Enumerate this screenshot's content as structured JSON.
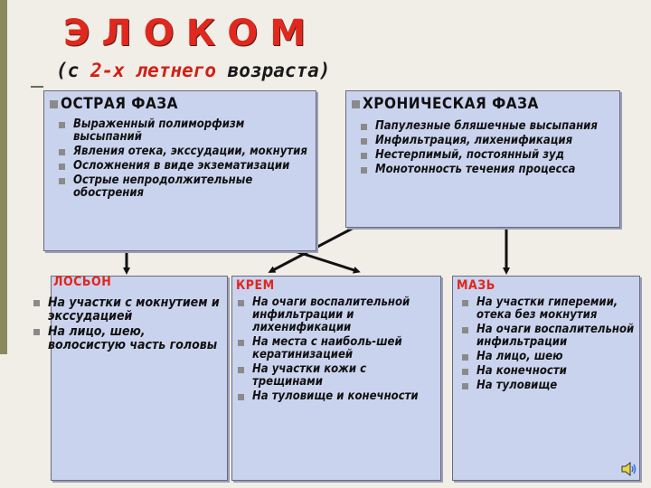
{
  "title": "ЭЛОКОМ",
  "subtitle": {
    "pre": "(с ",
    "highlight": "2-х летнего",
    "post": " возраста)"
  },
  "acute": {
    "heading": "ОСТРАЯ ФАЗА",
    "items": [
      "Выраженный полиморфизм высыпаний",
      "Явления отека, экссудации, мокнутия",
      "Осложнения в виде экзематизации",
      "Острые непродолжительные обострения"
    ]
  },
  "chronic": {
    "heading": "ХРОНИЧЕСКАЯ ФАЗА",
    "items": [
      "Папулезные бляшечные высыпания",
      "Инфильтрация, лихенификация",
      "Нестерпимый, постоянный зуд",
      "Монотонность течения процесса"
    ]
  },
  "lotion": {
    "heading": "ЛОСЬОН",
    "items": [
      "На участки с мокнутием и экссудацией",
      "На лицо, шею, волосистую часть головы"
    ]
  },
  "cream": {
    "heading": "КРЕМ",
    "items": [
      "На очаги воспалительной инфильтрации и лихенификации",
      "На места с наиболь-шей кератинизацией",
      "На участки кожи с трещинами",
      "На туловище и конечности"
    ]
  },
  "ointment": {
    "heading": "МАЗЬ",
    "items": [
      "На участки гиперемии, отека без мокнутия",
      "На очаги воспалительной инфильтрации",
      "На лицо, шею",
      "На конечности",
      "На туловище"
    ]
  },
  "icons": {
    "bullet": "square-bullet-icon",
    "speaker": "speaker-icon"
  },
  "colors": {
    "title": "#e0281e",
    "box_fill": "#cad3ee",
    "heading_accent": "#e2261c"
  }
}
